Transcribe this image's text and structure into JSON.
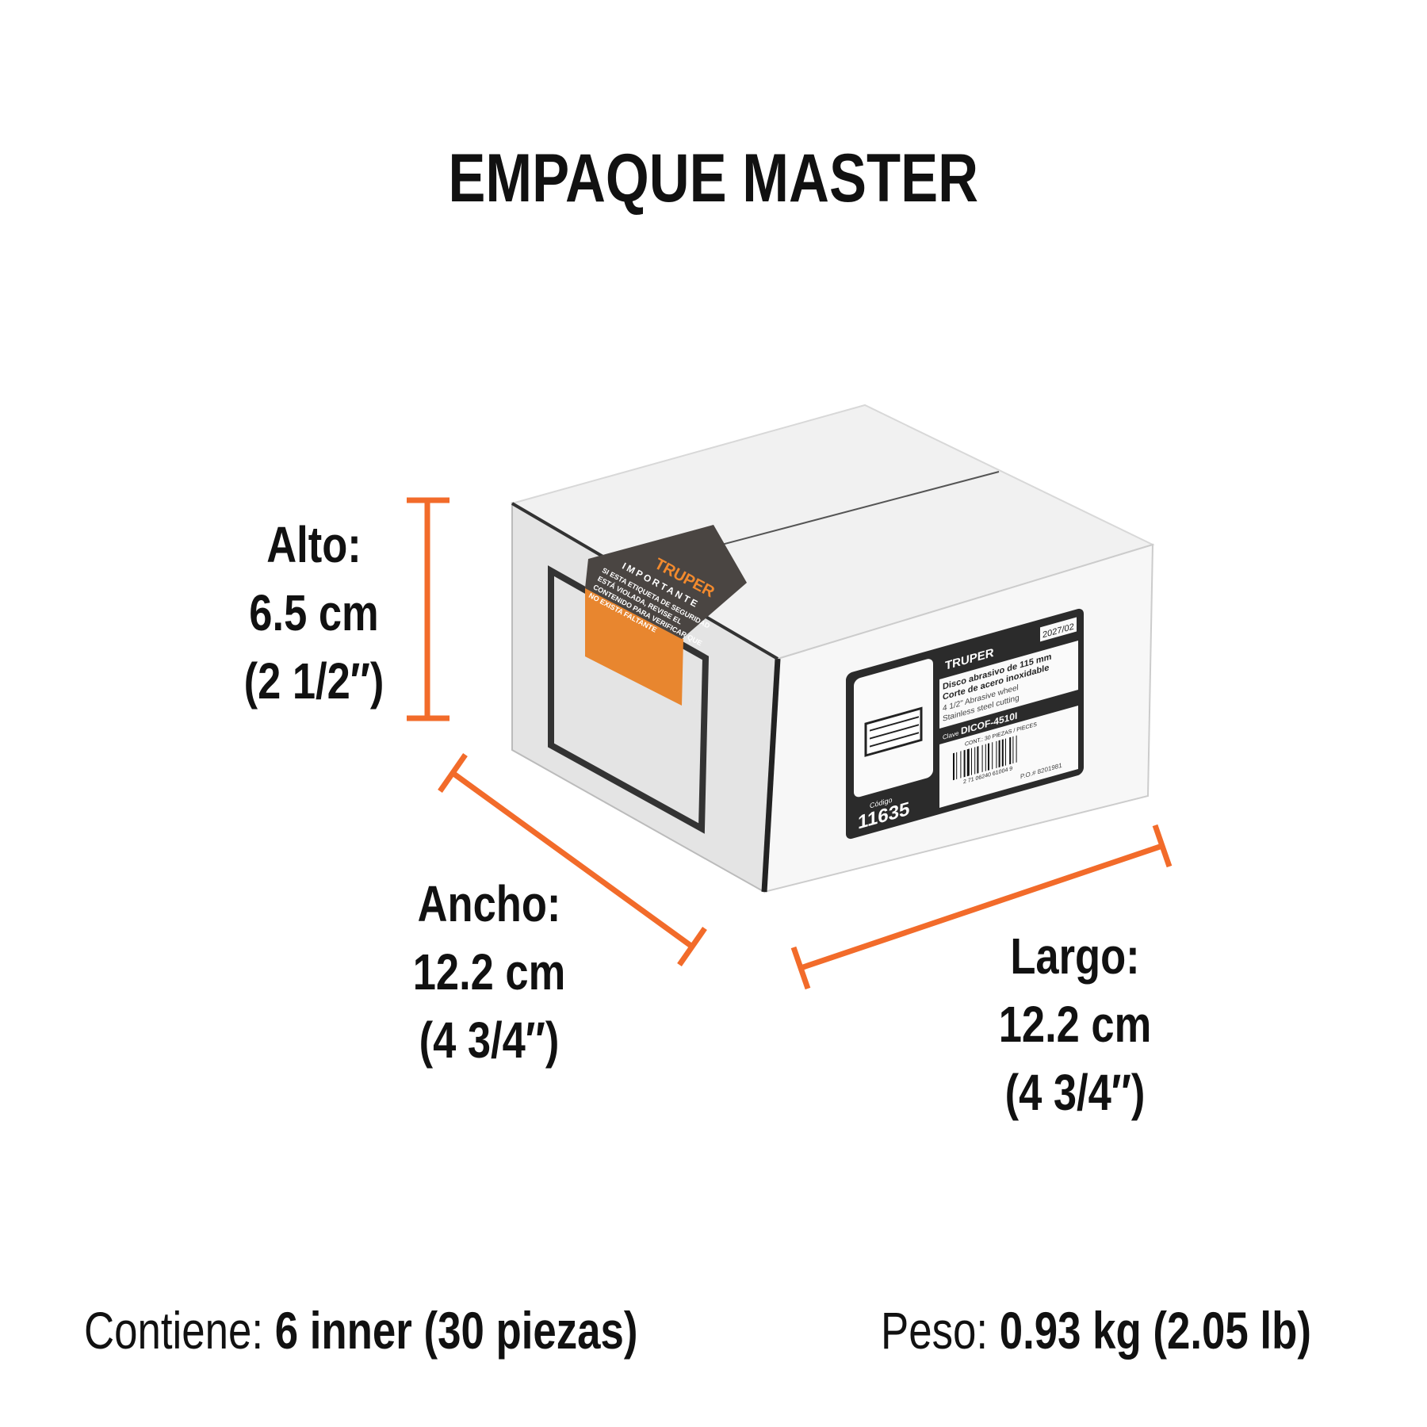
{
  "title": "EMPAQUE MASTER",
  "dimensions": {
    "alto": {
      "label": "Alto:",
      "metric": "6.5 cm",
      "imperial": "(2 1/2″)"
    },
    "ancho": {
      "label": "Ancho:",
      "metric": "12.2 cm",
      "imperial": "(4 3/4″)"
    },
    "largo": {
      "label": "Largo:",
      "metric": "12.2 cm",
      "imperial": "(4 3/4″)"
    }
  },
  "footer": {
    "contains_label": "Contiene:",
    "contains_value": "6 inner (30 piezas)",
    "weight_label": "Peso:",
    "weight_value": "0.93 kg (2.05 lb)"
  },
  "box_label": {
    "brand": "TRUPER",
    "date": "2027/02",
    "name_es_1": "Disco abrasivo de 115 mm",
    "name_es_2": "Corte de acero inoxidable",
    "name_en_1": "4 1/2\" Abrasive wheel",
    "name_en_2": "Stainless steel cutting",
    "clave_label": "Clave",
    "clave": "DICOF-4510I",
    "contents": "CONT.: 30 PIEZAS / PIECES",
    "barcode": "2 71 06240 61004 9",
    "po": "P.O.# 8201981",
    "codigo_label": "Código",
    "codigo": "11635"
  },
  "sticker": {
    "brand": "TRUPER",
    "heading": "IMPORTANTE",
    "line1": "SI ESTA ETIQUETA DE SEGURIDAD",
    "line2": "ESTÁ VIOLADA, REVISE EL",
    "line3": "CONTENIDO PARA VERIFICAR QUE",
    "line4": "NO EXISTA FALTANTE"
  },
  "colors": {
    "accent": "#f26b2a",
    "text": "#111111",
    "label_dark": "#2b2b2b"
  }
}
